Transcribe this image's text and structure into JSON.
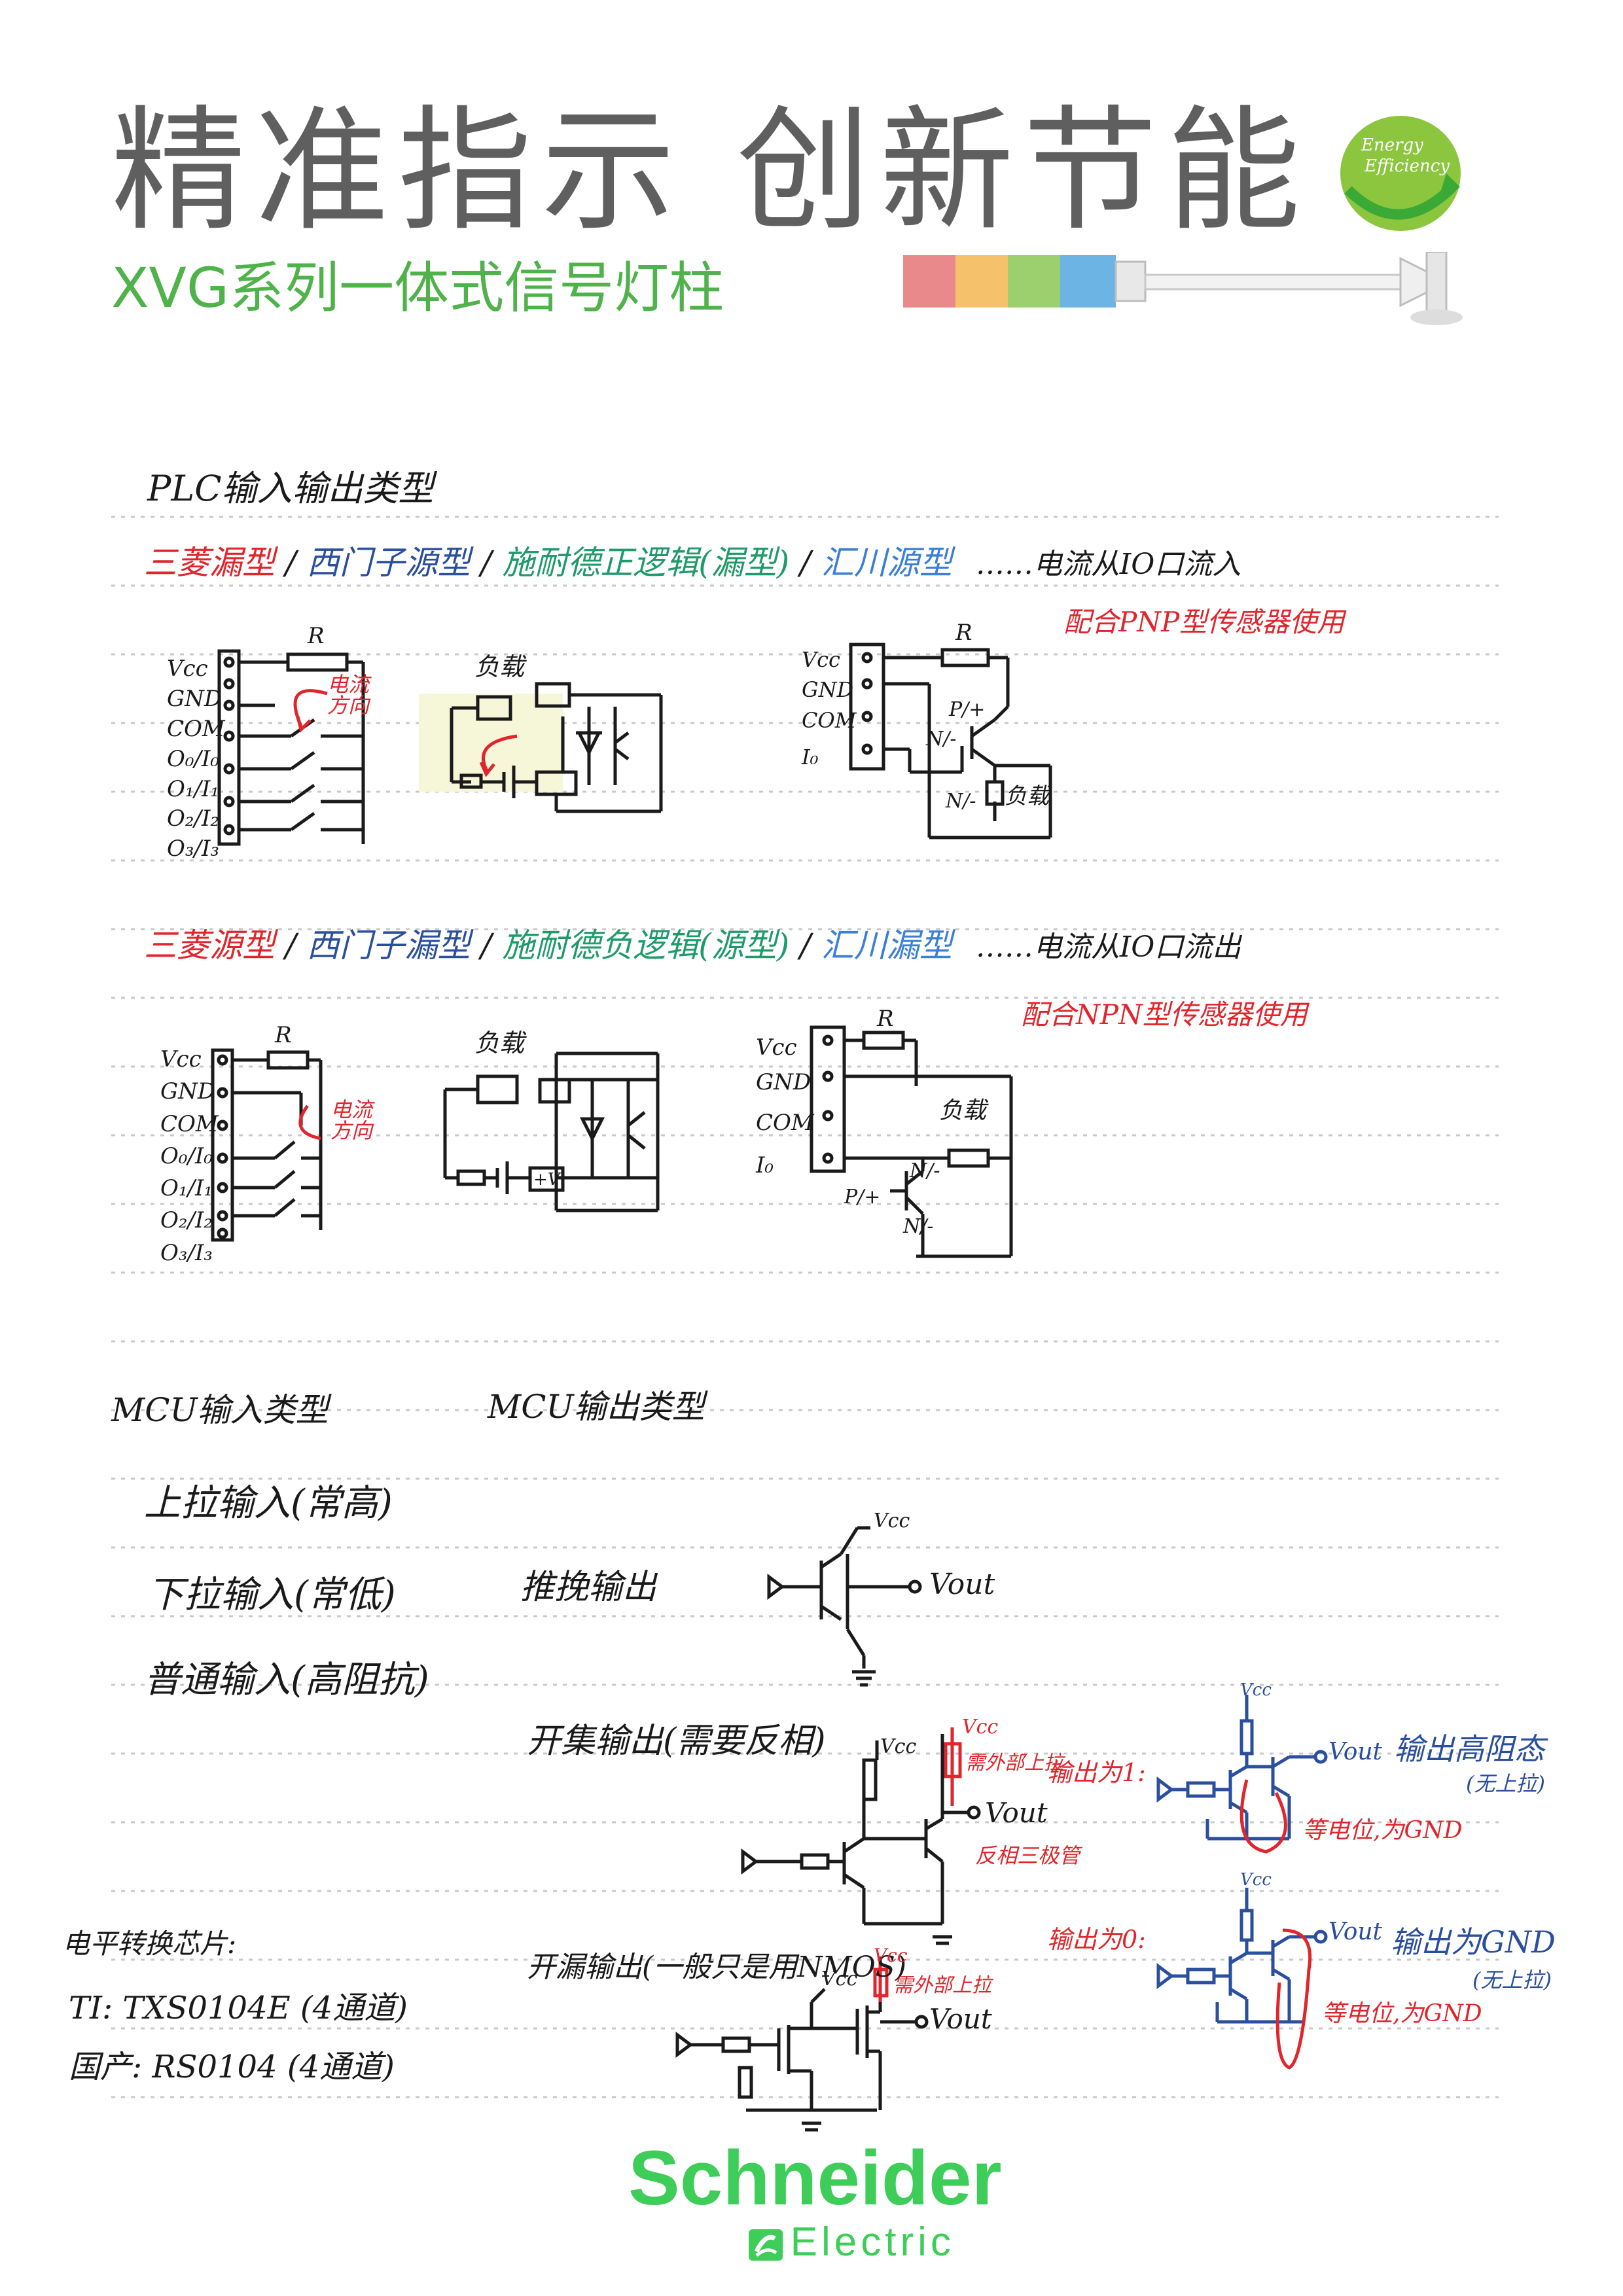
{
  "header": {
    "title": "精准指示 创新节能",
    "subtitle": "XVG系列一体式信号灯柱",
    "badge_line1": "Energy",
    "badge_line2": "Efficiency"
  },
  "plc": {
    "heading": "PLC输入输出类型",
    "row1": {
      "mitsubishi": "三菱漏型",
      "siemens": "西门子源型",
      "schneider": "施耐德正逻辑(漏型)",
      "inovance": "汇川源型",
      "note": "……电流从IO口流入",
      "sensor_note": "配合PNP型传感器使用"
    },
    "row2": {
      "mitsubishi": "三菱源型",
      "siemens": "西门子漏型",
      "schneider": "施耐德负逻辑(源型)",
      "inovance": "汇川漏型",
      "note": "……电流从IO口流出",
      "sensor_note": "配合NPN型传感器使用"
    },
    "labels": {
      "vcc": "Vcc",
      "gnd": "GND",
      "com": "COM",
      "io": [
        "O₀/I₀",
        "O₁/I₁",
        "O₂/I₂",
        "O₃/I₃"
      ],
      "r": "R",
      "load": "负载",
      "current": "电流方向",
      "io_pin": "I₀",
      "p_plus": "P/+",
      "n_minus": "N/-",
      "plus_v": "+V"
    }
  },
  "mcu": {
    "input_heading": "MCU输入类型",
    "output_heading": "MCU输出类型",
    "inputs": [
      "上拉输入(常高)",
      "下拉输入(常低)",
      "普通输入(高阻抗)"
    ],
    "push_pull": "推挽输出",
    "open_collector": "开集输出(需要反相)",
    "open_drain": "开漏输出(一般只是用NMOS)",
    "vcc": "Vcc",
    "vout": "Vout",
    "external_pullup": "需外部上拉",
    "inverter_tube": "反相三极管",
    "output_1": "输出为1:",
    "output_0": "输出为0:",
    "high_z": "输出高阻态",
    "no_pull": "(无上拉)",
    "output_gnd": "输出为GND",
    "equal_gnd": "等电位,为GND"
  },
  "level_shifter": {
    "heading": "电平转换芯片:",
    "ti": "TI: TXS0104E (4通道)",
    "domestic": "国产: RS0104 (4通道)"
  },
  "footer": {
    "brand_line1": "Schneider",
    "brand_line2": "Electric"
  },
  "colors": {
    "title_gray": "#5f5f5f",
    "brand_green": "#3dcd58",
    "subtitle_green": "#4fb24a",
    "red_ink": "#e0262c",
    "blue_ink": "#2a4f9e",
    "green_ink": "#1f9a6a",
    "sky_ink": "#3b7fd6"
  }
}
